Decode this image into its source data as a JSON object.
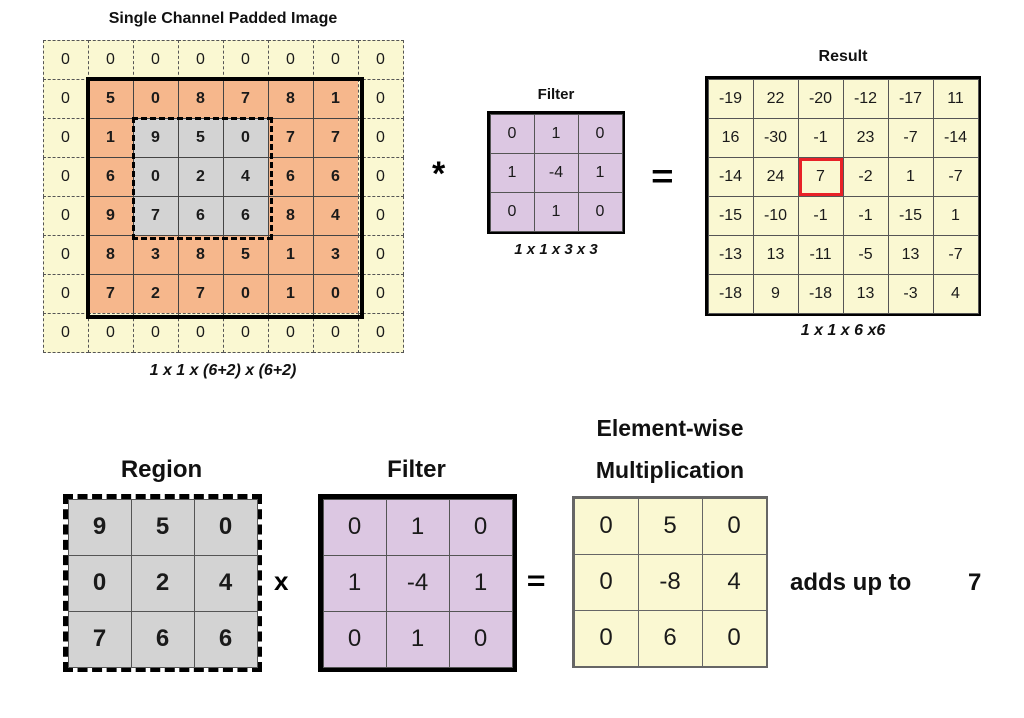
{
  "colors": {
    "padding_yellow": "#FAF8D2",
    "image_orange": "#F6B78C",
    "region_gray": "#D3D3D3",
    "filter_purple": "#DCC7E2",
    "highlight_red": "#E82127"
  },
  "top": {
    "padded": {
      "title": "Single Channel Padded Image",
      "label": "1 x 1 x (6+2) x (6+2)",
      "values": [
        [
          0,
          0,
          0,
          0,
          0,
          0,
          0,
          0
        ],
        [
          0,
          5,
          0,
          8,
          7,
          8,
          1,
          0
        ],
        [
          0,
          1,
          9,
          5,
          0,
          7,
          7,
          0
        ],
        [
          0,
          6,
          0,
          2,
          4,
          6,
          6,
          0
        ],
        [
          0,
          9,
          7,
          6,
          6,
          8,
          4,
          0
        ],
        [
          0,
          8,
          3,
          8,
          5,
          1,
          3,
          0
        ],
        [
          0,
          7,
          2,
          7,
          0,
          1,
          0,
          0
        ],
        [
          0,
          0,
          0,
          0,
          0,
          0,
          0,
          0
        ]
      ],
      "cell_types": [
        [
          "p",
          "p",
          "p",
          "p",
          "p",
          "p",
          "p",
          "p"
        ],
        [
          "p",
          "o",
          "o",
          "o",
          "o",
          "o",
          "o",
          "p"
        ],
        [
          "p",
          "o",
          "g",
          "g",
          "g",
          "o",
          "o",
          "p"
        ],
        [
          "p",
          "o",
          "g",
          "g",
          "g",
          "o",
          "o",
          "p"
        ],
        [
          "p",
          "o",
          "g",
          "g",
          "g",
          "o",
          "o",
          "p"
        ],
        [
          "p",
          "o",
          "o",
          "o",
          "o",
          "o",
          "o",
          "p"
        ],
        [
          "p",
          "o",
          "o",
          "o",
          "o",
          "o",
          "o",
          "p"
        ],
        [
          "p",
          "p",
          "p",
          "p",
          "p",
          "p",
          "p",
          "p"
        ]
      ]
    },
    "conv_operator": "*",
    "filter": {
      "title": "Filter",
      "label": "1 x 1 x 3 x 3",
      "values": [
        [
          0,
          1,
          0
        ],
        [
          1,
          -4,
          1
        ],
        [
          0,
          1,
          0
        ]
      ]
    },
    "equals": "=",
    "result": {
      "title": "Result",
      "label": "1 x 1 x 6 x6",
      "highlight": [
        2,
        2
      ],
      "values": [
        [
          -19,
          22,
          -20,
          -12,
          -17,
          11
        ],
        [
          16,
          -30,
          -1,
          23,
          -7,
          -14
        ],
        [
          -14,
          24,
          7,
          -2,
          1,
          -7
        ],
        [
          -15,
          -10,
          -1,
          -1,
          -15,
          1
        ],
        [
          -13,
          13,
          -11,
          -5,
          13,
          -7
        ],
        [
          -18,
          9,
          -18,
          13,
          -3,
          4
        ]
      ]
    }
  },
  "bottom": {
    "region": {
      "title": "Region",
      "values": [
        [
          9,
          5,
          0
        ],
        [
          0,
          2,
          4
        ],
        [
          7,
          6,
          6
        ]
      ]
    },
    "times": "x",
    "filter": {
      "title": "Filter",
      "values": [
        [
          0,
          1,
          0
        ],
        [
          1,
          -4,
          1
        ],
        [
          0,
          1,
          0
        ]
      ]
    },
    "equals": "=",
    "elementwise": {
      "title_line1": "Element-wise",
      "title_line2": "Multiplication",
      "values": [
        [
          0,
          5,
          0
        ],
        [
          0,
          -8,
          4
        ],
        [
          0,
          6,
          0
        ]
      ]
    },
    "adds_up_text": "adds up to",
    "sum_value": "7"
  }
}
